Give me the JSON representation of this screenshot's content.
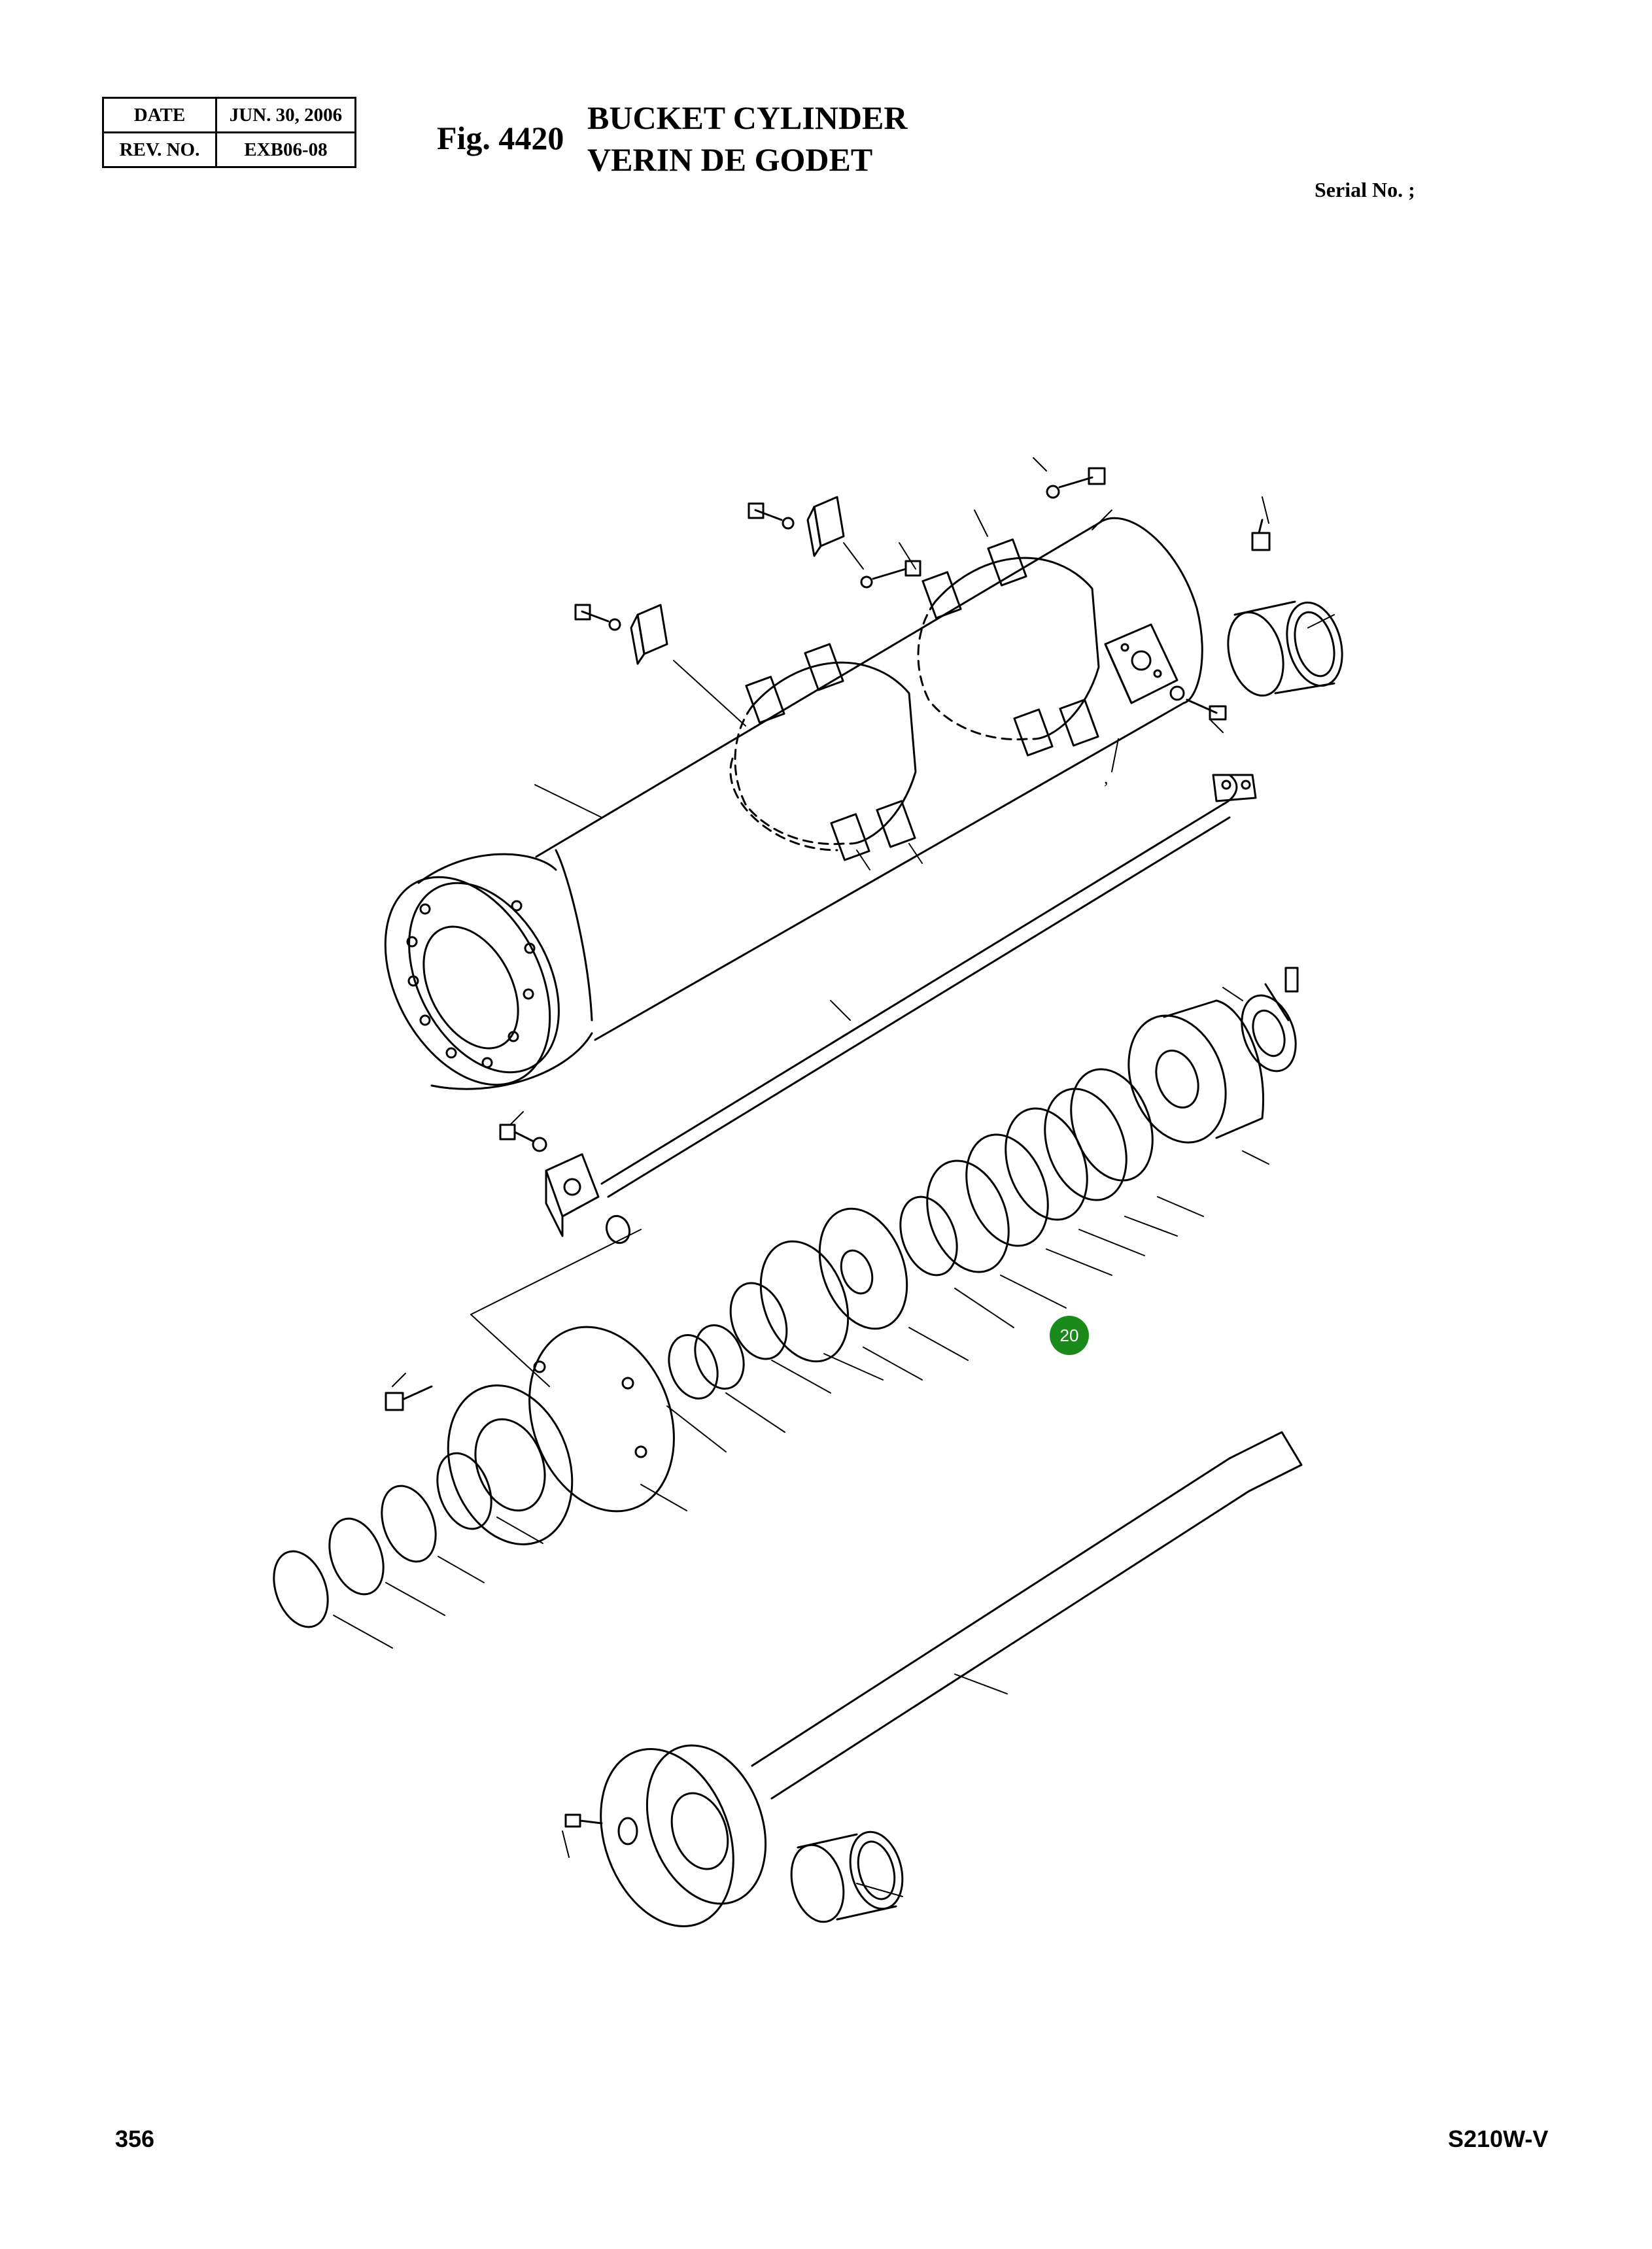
{
  "header": {
    "date_label": "DATE",
    "date_value": "JUN. 30, 2006",
    "rev_label": "REV. NO.",
    "rev_value": "EXB06-08",
    "fig_number": "Fig. 4420",
    "title_en": "BUCKET CYLINDER",
    "title_fr": "VERIN DE GODET",
    "serial": "Serial No. ;"
  },
  "diagram": {
    "callout": "20",
    "callout_color": "#1a8a1a",
    "stray_mark": ","
  },
  "footer": {
    "page_number": "356",
    "model": "S210W-V"
  }
}
